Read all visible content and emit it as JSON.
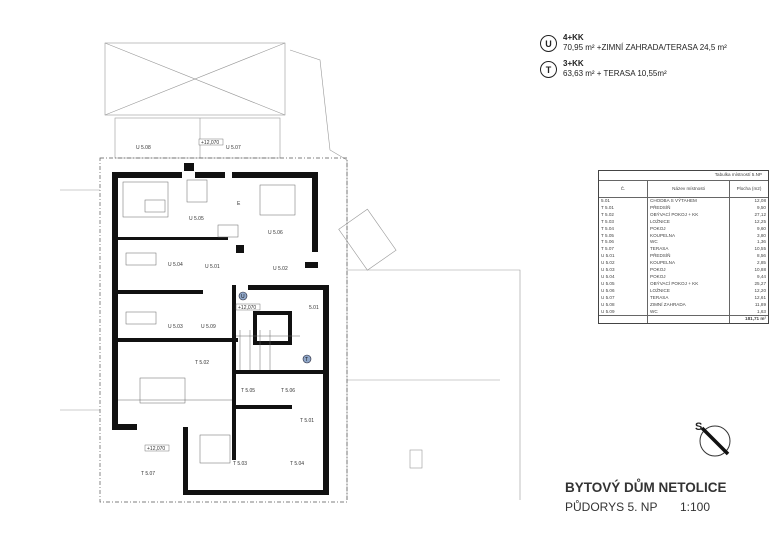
{
  "legend": [
    {
      "marker": "U",
      "type": "4+KK",
      "desc": "70,95 m² +ZIMNÍ ZAHRADA/TERASA 24,5 m²"
    },
    {
      "marker": "T",
      "type": "3+KK",
      "desc": "63,63 m² + TERASA 10,55m²"
    }
  ],
  "plan": {
    "level_tags": [
      "+12,070",
      "+12,070",
      "+12,070"
    ],
    "rooms": {
      "u508": "U 5.08",
      "u507": "U 5.07",
      "u505": "U 5.05",
      "u506": "U 5.06",
      "u504": "U 5.04",
      "u501": "U 5.01",
      "u502": "U 5.02",
      "s501": "5.01",
      "u503": "U 5.03",
      "u509": "U 5.09",
      "t502": "T 5.02",
      "t505": "T 5.05",
      "t506": "T 5.06",
      "t501": "T 5.01",
      "t507": "T 5.07",
      "t503": "T 5.03",
      "t504": "T 5.04"
    },
    "markers": {
      "u": "U",
      "t": "T"
    },
    "fridge_label": "E"
  },
  "room_table": {
    "caption": "Tabulka místností 5.NP",
    "headers": [
      "Č.",
      "Název místnosti",
      "Plocha (m2)"
    ],
    "rows": [
      [
        "5.01",
        "CHODBA S VÝTAHEM",
        "12,08"
      ],
      [
        "T 5.01",
        "PŘEDSÍŇ",
        "9,50"
      ],
      [
        "T 5.02",
        "OBÝVACÍ POKOJ + KK",
        "27,12"
      ],
      [
        "T 5.03",
        "LOŽNICE",
        "12,25"
      ],
      [
        "T 5.04",
        "POKOJ",
        "9,60"
      ],
      [
        "T 5.05",
        "KOUPELNA",
        "3,80"
      ],
      [
        "T 5.06",
        "WC",
        "1,36"
      ],
      [
        "T 5.07",
        "TERASA",
        "10,55"
      ],
      [
        "U 5.01",
        "PŘEDSÍŇ",
        "8,56"
      ],
      [
        "U 5.02",
        "KOUPELNA",
        "2,85"
      ],
      [
        "U 5.03",
        "POKOJ",
        "10,88"
      ],
      [
        "U 5.04",
        "POKOJ",
        "9,44"
      ],
      [
        "U 5.05",
        "OBÝVACÍ POKOJ + KK",
        "25,27"
      ],
      [
        "U 5.06",
        "LOŽNICE",
        "12,20"
      ],
      [
        "U 5.07",
        "TERASA",
        "12,61"
      ],
      [
        "U 5.08",
        "ZIMNÍ ZAHRADA",
        "11,89"
      ],
      [
        "U 5.09",
        "WC",
        "1,63"
      ]
    ],
    "total": "181,71 m²"
  },
  "title_block": {
    "project": "BYTOVÝ DŮM NETOLICE",
    "drawing": "PŮDORYS 5. NP",
    "scale": "1:100",
    "north_label": "S"
  }
}
